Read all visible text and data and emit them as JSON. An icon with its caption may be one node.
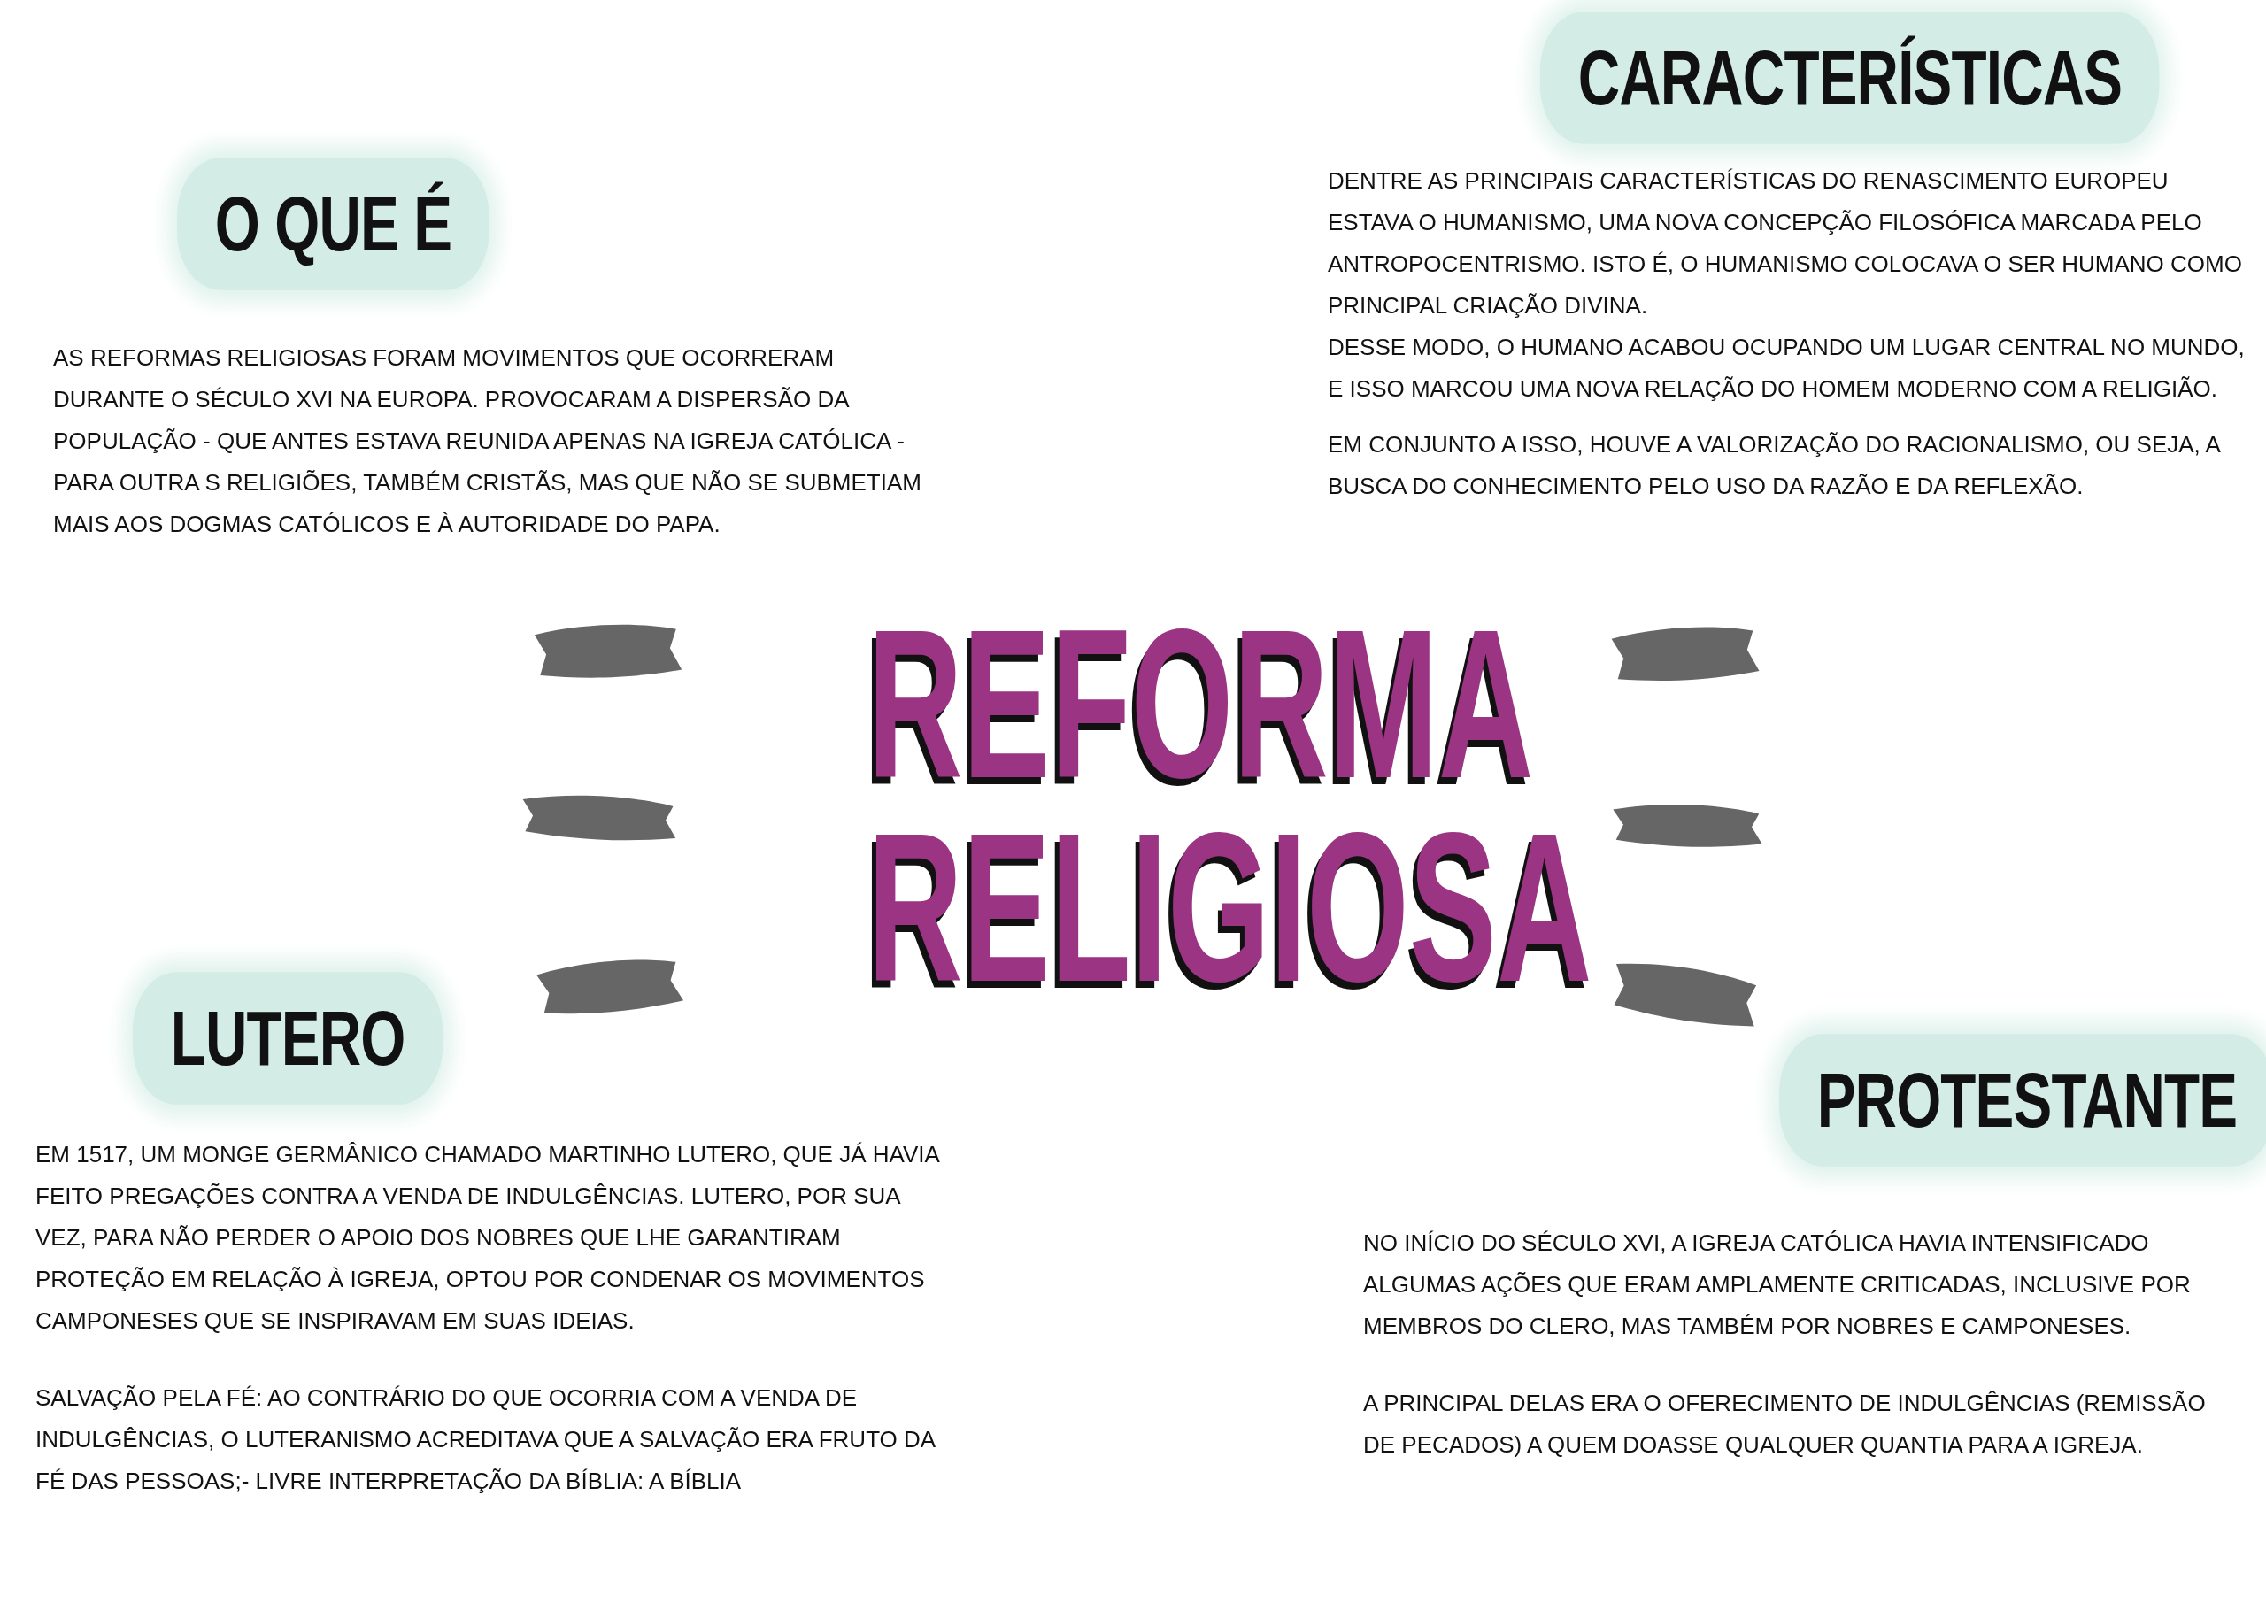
{
  "diagram": {
    "title": "REFORMA RELIGIOSA",
    "nodes": [
      {
        "text": [
          "O QUE É",
          "AS REFORMAS RELIGIOSAS FORAM MOVIMENTOS QUE OCORRERAM DURANTE O SÉCULO XVI NA EUROPA. PROVOCARAM A DISPERSÃO DA POPULAÇÃO - QUE ANTES ESTAVA REUNIDA APENAS NA IGREJA CATÓLICA - PARA OUTRA S RELIGIÕES, TAMBÉM CRISTÃS, MAS QUE NÃO SE SUBMETIAM MAIS AOS DOGMAS CATÓLICOS E À AUTORIDADE DO PAPA."
        ]
      },
      {
        "text": [
          "CARACTERÍSTICAS",
          "DENTRE AS PRINCIPAIS CARACTERÍSTICAS DO RENASCIMENTO EUROPEU ESTAVA O HUMANISMO, UMA NOVA CONCEPÇÃO FILOSÓFICA MARCADA PELO ANTROPOCENTRISMO. ISTO É, O HUMANISMO COLOCAVA O SER HUMANO COMO PRINCIPAL CRIAÇÃO DIVINA.",
          "DESSE MODO, O HUMANO ACABOU OCUPANDO UM LUGAR CENTRAL NO MUNDO, E ISSO MARCOU UMA NOVA RELAÇÃO DO HOMEM MODERNO COM A RELIGIÃO.",
          "EM CONJUNTO A ISSO, HOUVE A VALORIZAÇÃO DO RACIONALISMO, OU SEJA, A BUSCA DO CONHECIMENTO PELO USO DA RAZÃO E DA REFLEXÃO."
        ]
      },
      {
        "text": [
          "LUTERO",
          "EM 1517, UM MONGE GERMÂNICO CHAMADO MARTINHO LUTERO, QUE JÁ HAVIA FEITO PREGAÇÕES CONTRA A VENDA DE INDULGÊNCIAS. LUTERO, POR SUA VEZ, PARA NÃO PERDER O APOIO DOS NOBRES QUE LHE GARANTIRAM PROTEÇÃO EM RELAÇÃO À IGREJA, OPTOU POR CONDENAR OS MOVIMENTOS CAMPONESES QUE SE INSPIRAVAM EM SUAS IDEIAS.",
          "SALVAÇÃO PELA FÉ: AO CONTRÁRIO DO QUE OCORRIA COM A VENDA DE INDULGÊNCIAS, O LUTERANISMO ACREDITAVA QUE A SALVAÇÃO ERA FRUTO DA FÉ DAS PESSOAS;- LIVRE INTERPRETAÇÃO DA BÍBLIA: A BÍBLIA"
        ]
      },
      {
        "text": [
          "PROTESTANTE",
          "NO INÍCIO DO SÉCULO XVI, A IGREJA CATÓLICA HAVIA INTENSIFICADO ALGUMAS AÇÕES QUE ERAM AMPLAMENTE CRITICADAS, INCLUSIVE POR MEMBROS DO CLERO, MAS TAMBÉM POR NOBRES E CAMPONESES.",
          "A PRINCIPAL DELAS ERA O OFERECIMENTO DE INDULGÊNCIAS (REMISSÃO DE PECADOS) A QUEM DOASSE QUALQUER QUANTIA PARA A IGREJA."
        ]
      }
    ]
  }
}
